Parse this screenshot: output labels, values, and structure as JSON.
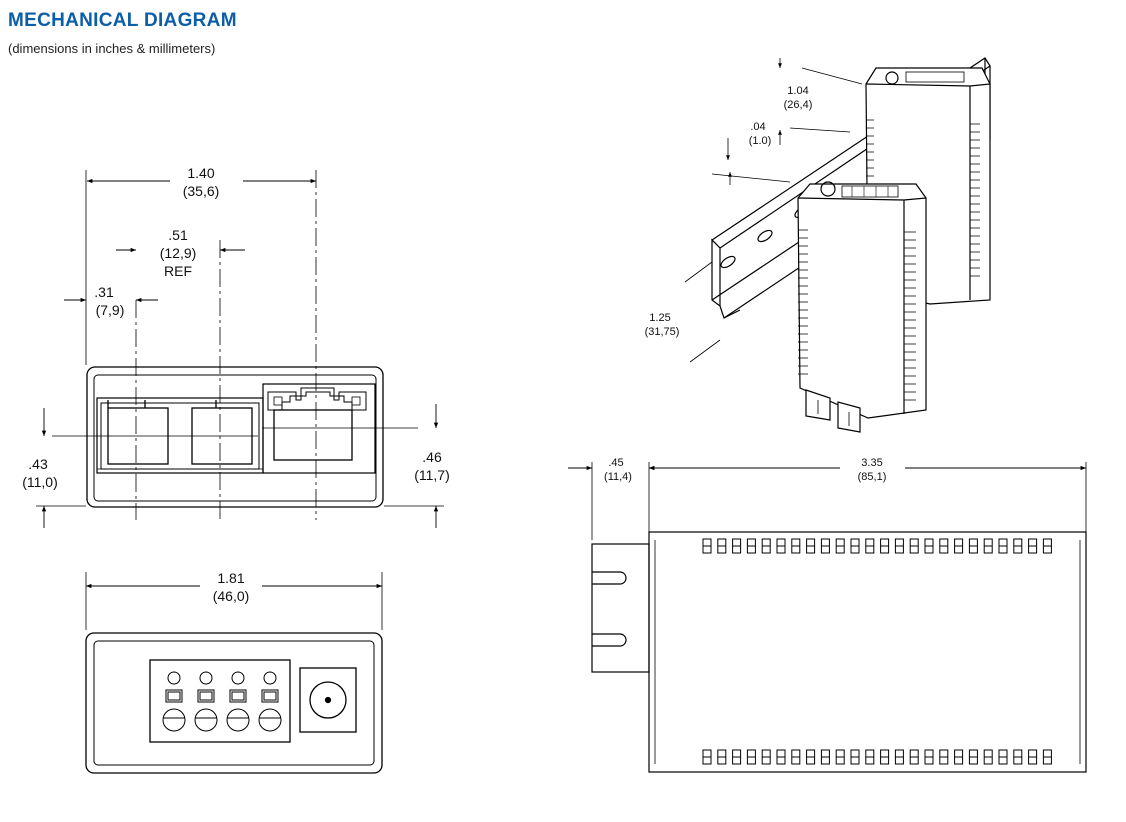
{
  "header": {
    "title": "MECHANICAL DIAGRAM",
    "subtitle": "(dimensions in inches & millimeters)"
  },
  "front_view": {
    "width_overall": {
      "in": "1.40",
      "mm": "(35,6)"
    },
    "port_pitch": {
      "in": ".51",
      "mm": "(12,9)",
      "note": "REF"
    },
    "port_offset": {
      "in": ".31",
      "mm": "(7,9)"
    },
    "left_height": {
      "in": ".43",
      "mm": "(11,0)"
    },
    "right_height": {
      "in": ".46",
      "mm": "(11,7)"
    }
  },
  "rear_view": {
    "width_overall": {
      "in": "1.81",
      "mm": "(46,0)"
    }
  },
  "isometric_view": {
    "depth_top": {
      "in": "1.04",
      "mm": "(26,4)"
    },
    "rail_gap": {
      "in": ".04",
      "mm": "(1.0)"
    },
    "rail_height": {
      "in": "1.25",
      "mm": "(31,75)"
    }
  },
  "side_view": {
    "connector_depth": {
      "in": ".45",
      "mm": "(11,4)"
    },
    "body_length": {
      "in": "3.35",
      "mm": "(85,1)"
    }
  }
}
